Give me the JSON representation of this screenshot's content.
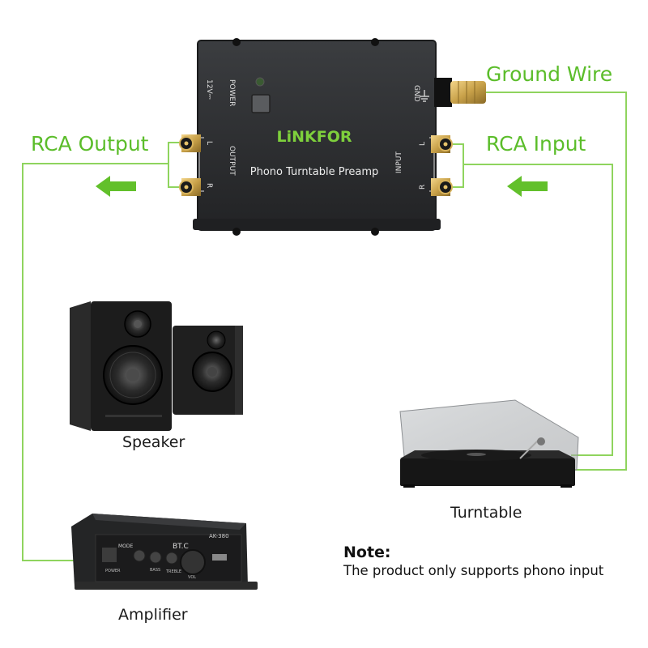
{
  "labels": {
    "ground_wire": "Ground Wire",
    "rca_output": "RCA Output",
    "rca_input": "RCA Input",
    "speaker": "Speaker",
    "turntable": "Turntable",
    "amplifier": "Amplifier"
  },
  "note": {
    "title": "Note:",
    "text": "The product only supports phono input"
  },
  "device": {
    "brand": "LiNKFOR",
    "model": "Phono Turntable Preamp",
    "power_label": "POWER",
    "voltage_label": "12V⎓",
    "output_label": "OUTPUT",
    "input_label": "INPUT",
    "gnd_label": "GND",
    "left": "L",
    "right": "R"
  },
  "amplifier_panel": {
    "bt_label": "BT.C",
    "model_label": "AK-380",
    "mode_label": "MODE",
    "power_label": "POWER",
    "bass_label": "BASS",
    "treble_label": "TREBLE",
    "vol_label": "VOL"
  },
  "colors": {
    "accent_green": "#5bbd2a",
    "wire_green": "#8fd45e",
    "device_body": "#2e3032",
    "gold": "#c9a24a"
  },
  "icons": [
    "arrow-left-icon",
    "ground-symbol-icon",
    "power-led-icon"
  ]
}
